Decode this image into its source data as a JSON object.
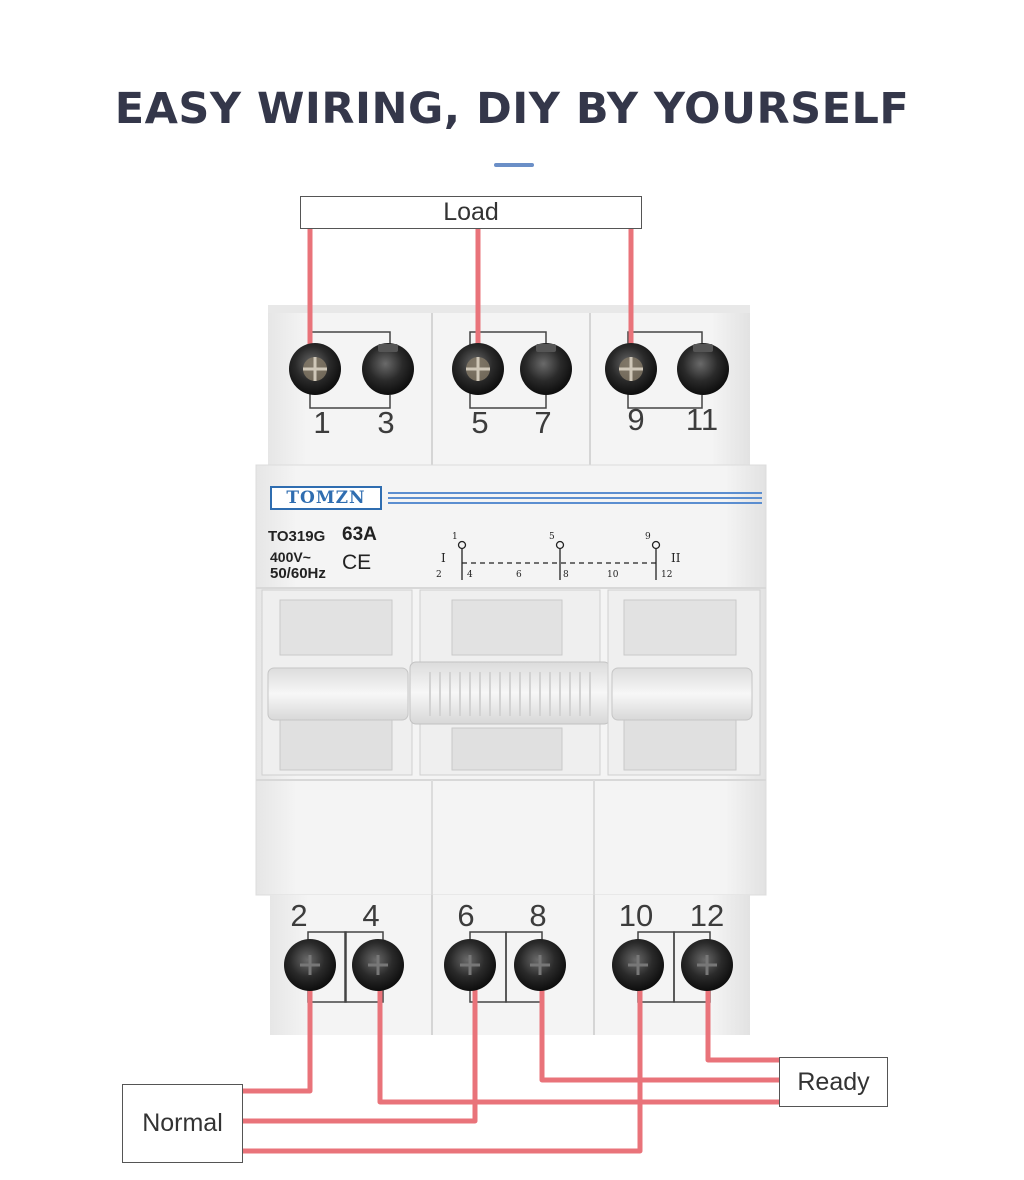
{
  "heading": {
    "title": "EASY WIRING, DIY BY YOURSELF",
    "accent_color": "#6b8fc7"
  },
  "labels": {
    "load": "Load",
    "normal": "Normal",
    "ready": "Ready"
  },
  "terminals": {
    "top": [
      "1",
      "3",
      "5",
      "7",
      "9",
      "11"
    ],
    "bottom": [
      "2",
      "4",
      "6",
      "8",
      "10",
      "12"
    ]
  },
  "device": {
    "brand": "TOMZN",
    "model": "TO319G",
    "current": "63A",
    "voltage": "400V~",
    "frequency": "50/60Hz",
    "mark": "CE",
    "schematic": {
      "pos_one": "I",
      "pos_two": "II",
      "top": [
        "1",
        "5",
        "9"
      ],
      "bottom": [
        "2",
        "4",
        "6",
        "8",
        "10",
        "12"
      ]
    }
  },
  "colors": {
    "wire": "#e9737a",
    "body": "#f1f1f1",
    "brand": "#2f6db0"
  }
}
